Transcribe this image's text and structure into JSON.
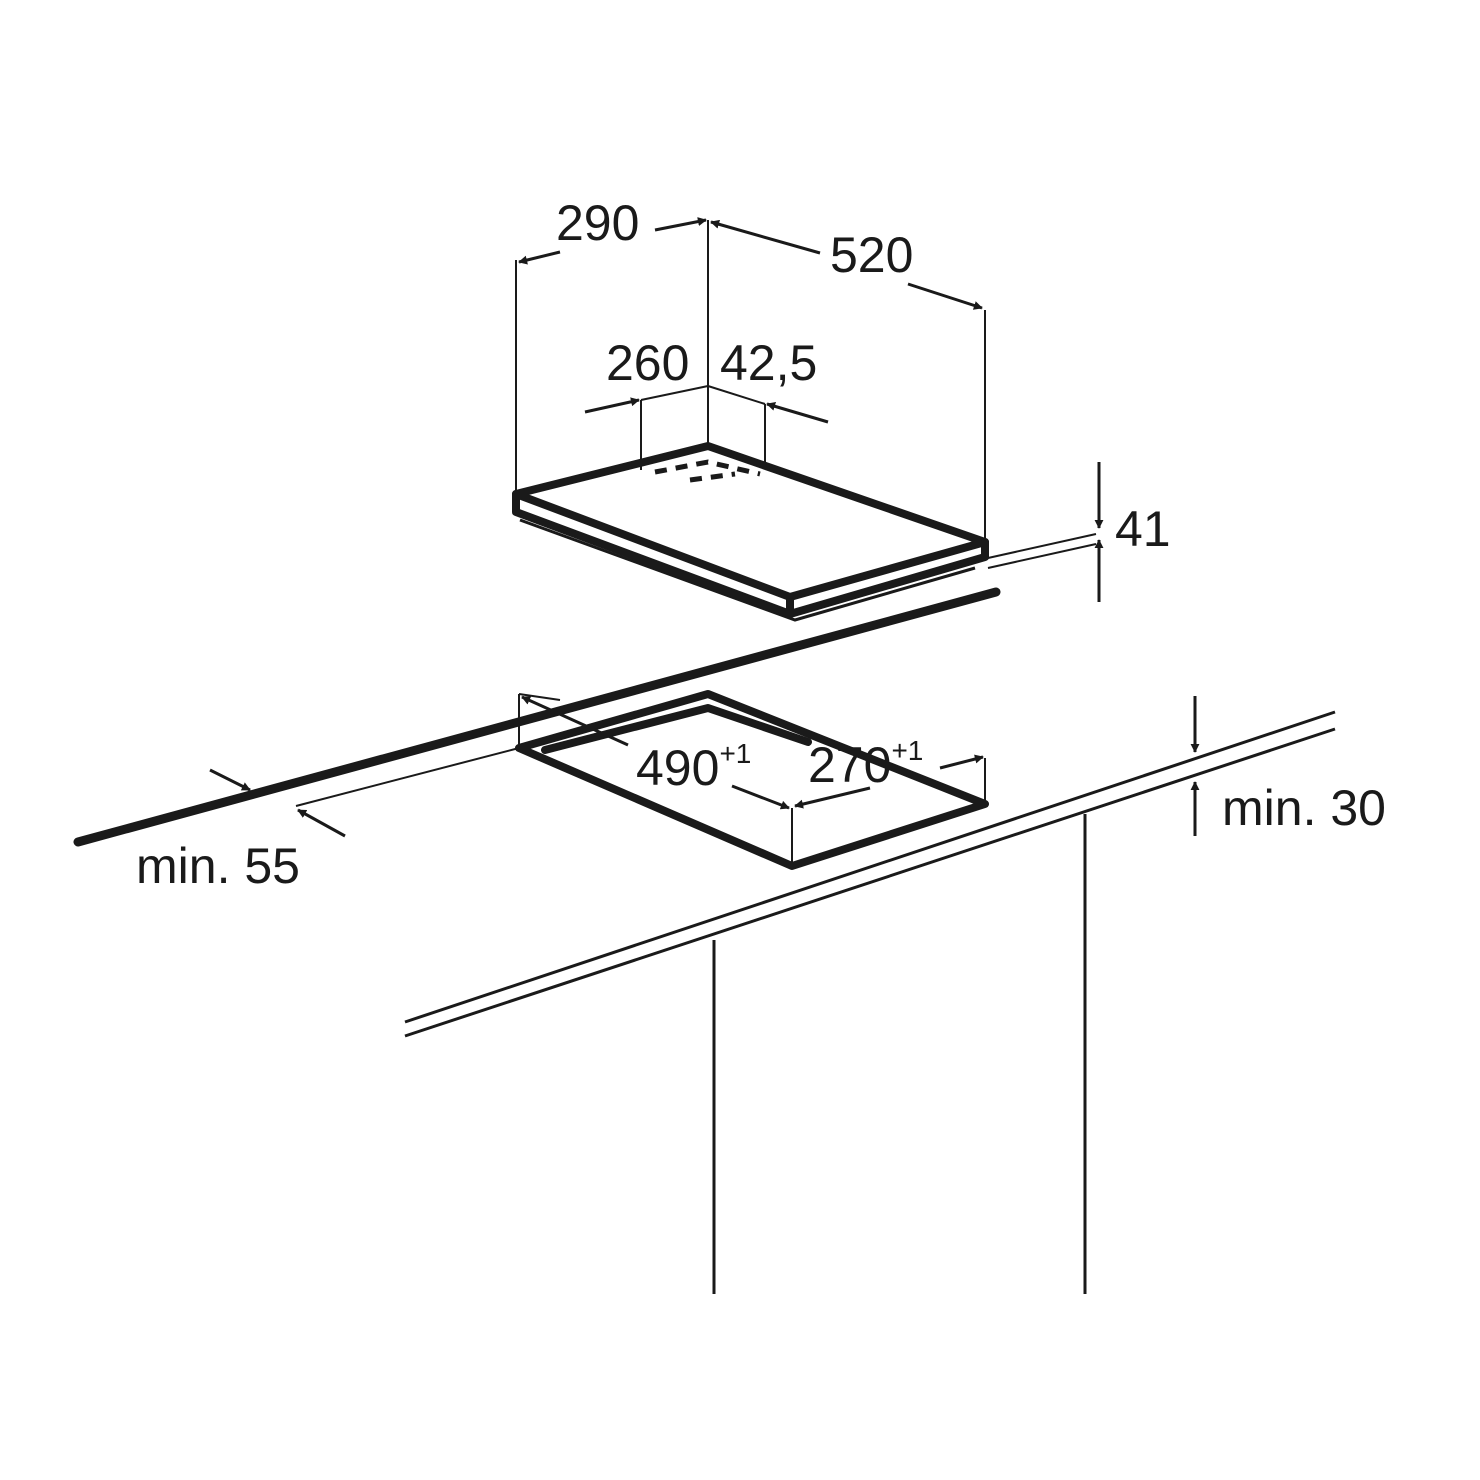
{
  "dimensions": {
    "hob_depth": "290",
    "hob_width": "520",
    "burner_offset_depth": "260",
    "burner_offset_width": "42,5",
    "hob_height": "41",
    "cutout_width": "490",
    "cutout_width_tolerance": "+1",
    "cutout_depth": "270",
    "cutout_depth_tolerance": "+1",
    "min_front_distance": "min. 55",
    "min_worktop_thickness": "min. 30"
  },
  "colors": {
    "line": "#1a1a1a",
    "background": "#ffffff"
  }
}
